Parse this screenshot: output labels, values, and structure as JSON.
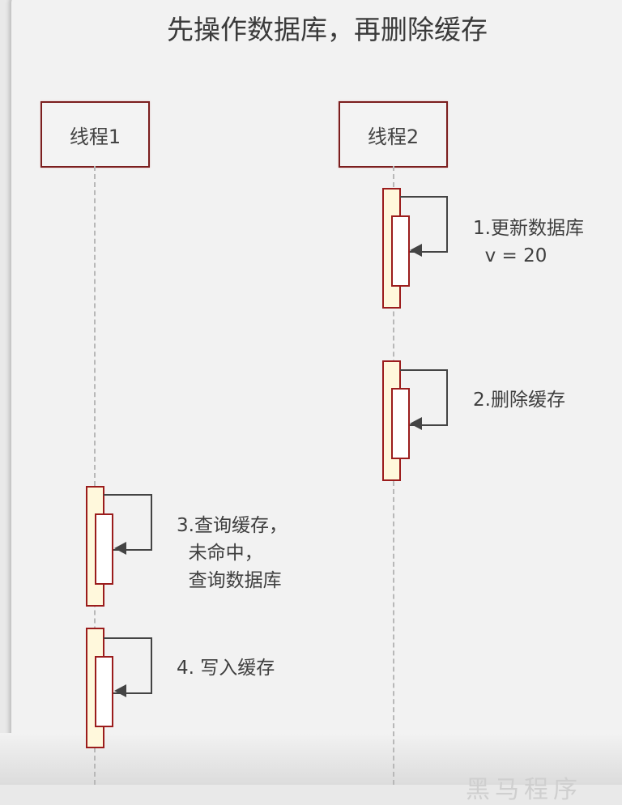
{
  "title": "先操作数据库，再删除缓存",
  "actors": [
    {
      "label": "线程1"
    },
    {
      "label": "线程2"
    }
  ],
  "steps": [
    {
      "actor": "线程2",
      "lines": [
        "1.更新数据库",
        "  v = 20"
      ]
    },
    {
      "actor": "线程2",
      "lines": [
        "2.删除缓存"
      ]
    },
    {
      "actor": "线程1",
      "lines": [
        "3.查询缓存，",
        "  未命中，",
        "  查询数据库"
      ]
    },
    {
      "actor": "线程1",
      "lines": [
        "4. 写入缓存"
      ]
    }
  ],
  "watermark": "黑马程序",
  "colors": {
    "actor_border": "#7b1e1e",
    "activation_border": "#9b1c1c",
    "activation_fill": "#fff8dc",
    "arrow": "#444444",
    "background": "#f2f2f2"
  }
}
